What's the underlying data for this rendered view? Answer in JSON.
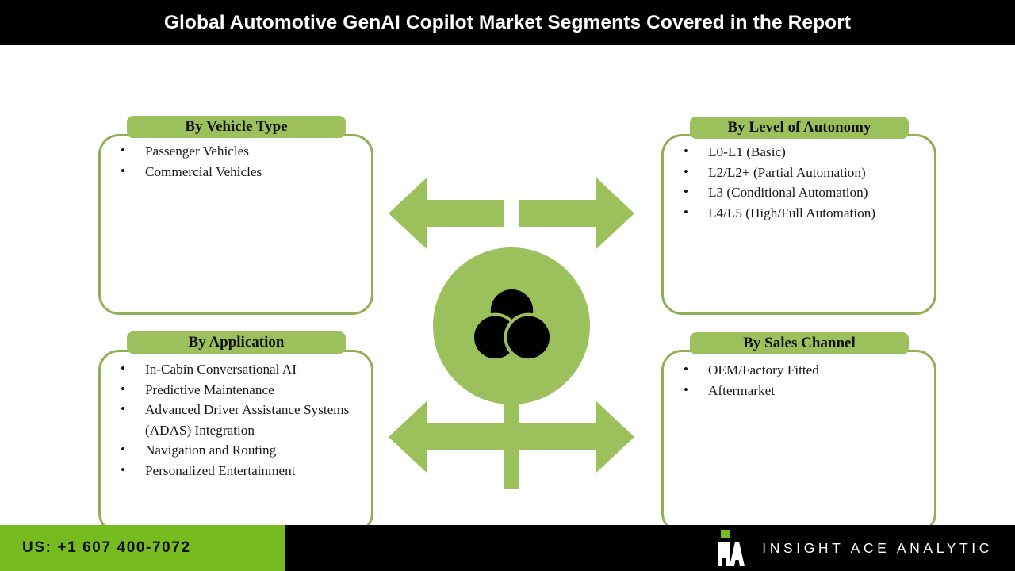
{
  "header": {
    "title": "Global Automotive GenAI Copilot Market Segments Covered in the Report"
  },
  "colors": {
    "header_bar": "#000000",
    "accent_green": "#9CC05C",
    "border_green": "#8FAF55",
    "footer_green": "#76BC21",
    "text_dark": "#161616",
    "white": "#ffffff"
  },
  "segments": [
    {
      "id": "vehicle-type",
      "title": "By Vehicle Type",
      "items": [
        "Passenger Vehicles",
        "Commercial Vehicles"
      ]
    },
    {
      "id": "level-of-autonomy",
      "title": "By Level of Autonomy",
      "items": [
        "L0-L1 (Basic)",
        "L2/L2+ (Partial Automation)",
        "L3 (Conditional Automation)",
        "L4/L5 (High/Full Automation)"
      ]
    },
    {
      "id": "application",
      "title": "By Application",
      "items": [
        "In-Cabin Conversational AI",
        "Predictive Maintenance",
        "Advanced Driver Assistance Systems (ADAS) Integration",
        "Navigation and Routing",
        "Personalized Entertainment"
      ]
    },
    {
      "id": "sales-channel",
      "title": "By Sales Channel",
      "items": [
        "OEM/Factory Fitted",
        "Aftermarket"
      ]
    }
  ],
  "center": {
    "icon": "venn-diagram-icon"
  },
  "footer": {
    "phone": "US: +1 607 400-7072",
    "brand_name": "INSIGHT ACE ANALYTIC",
    "logo": "insight-ace-analytic-logo"
  }
}
